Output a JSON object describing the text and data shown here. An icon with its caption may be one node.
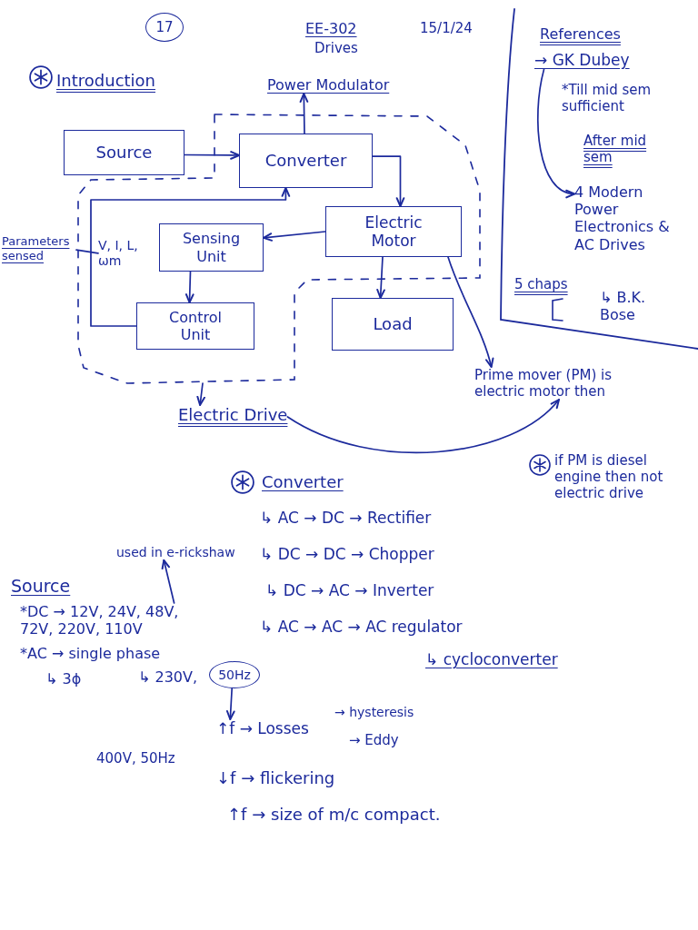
{
  "diagram": {
    "nodes": [
      {
        "text": [
          "17"
        ]
      },
      {
        "text": [
          "Power Modulator"
        ]
      },
      {
        "text": [
          "Source"
        ]
      },
      {
        "text": [],
        "shape": "box"
      },
      {
        "text": [
          "Converter"
        ],
        "in": 3
      },
      {
        "text": [
          "Electric Motor"
        ],
        "in": 3
      },
      {
        "text": [
          "Sensing Unit"
        ],
        "in": 3
      },
      {
        "text": [
          "V, I, L, ωm"
        ],
        "in": 3
      },
      {
        "text": [
          "Control Unit"
        ],
        "in": 3
      },
      {
        "text": [
          "Parameters sensed"
        ]
      },
      {
        "text": [
          "Load"
        ]
      },
      {
        "text": [
          "Electric Drive"
        ]
      },
      {
        "text": [
          "Prime mover (PM) is electric motor then"
        ]
      },
      {
        "text": [
          "References",
          "*Till mid sem sufficient",
          "After mid sem",
          "↳ B.K. Bose",
          "5 chaps"
        ]
      },
      {
        "text": [
          "→ GK Dubey"
        ],
        "in": 13
      },
      {
        "text": [
          "4 Modern Power Electronics & AC Drives"
        ],
        "in": 13
      },
      {
        "text": [
          "used in e-rickshaw"
        ]
      },
      {
        "text": [
          "*DC → 12V, 24V, 48V, 72V, 220V, 110V"
        ]
      },
      {
        "text": [
          "50Hz"
        ],
        "beside": [
          "↳ 230V,"
        ]
      },
      {
        "text": [
          "↑f → Losses"
        ],
        "beside": [
          "→ hysteresis",
          "→ Eddy"
        ]
      }
    ],
    "edges": [
      {
        "from": 2,
        "to": 4,
        "arrow": "to"
      },
      {
        "from": 4,
        "to": 1,
        "arrow": "to"
      },
      {
        "from": 4,
        "to": 5,
        "arrow": "to"
      },
      {
        "from": 5,
        "to": 6,
        "arrow": "to"
      },
      {
        "from": 6,
        "to": 8,
        "arrow": "to"
      },
      {
        "from": 8,
        "to": 4,
        "arrow": "to"
      },
      {
        "from": 5,
        "to": 10,
        "arrow": "to"
      },
      {
        "from": 9,
        "to": 7,
        "arrow": "none"
      },
      {
        "from": 3,
        "to": 11,
        "arrow": "to"
      },
      {
        "from": 11,
        "to": 12,
        "arrow": "to"
      },
      {
        "from": 5,
        "to": 12,
        "arrow": "to"
      },
      {
        "from": 14,
        "to": 15,
        "arrow": "to"
      },
      {
        "from": 17,
        "to": 16,
        "arrow": "to"
      },
      {
        "from": 18,
        "to": 19,
        "arrow": "to"
      }
    ],
    "labels": [
      "EE-302",
      "Drives",
      "15/1/24",
      "Introduction",
      "if PM is diesel engine then not electric drive",
      "Converter",
      "↳ AC → DC → Rectifier",
      "↳ DC → DC → Chopper",
      "↳ DC → AC → Inverter",
      "↳ AC → AC → AC regulator",
      "↳ cycloconverter",
      "Source",
      "*AC → single phase",
      "↳ 3ϕ",
      "400V, 50Hz",
      "↓f → flickering",
      "↑f → size of m/c compact."
    ]
  }
}
